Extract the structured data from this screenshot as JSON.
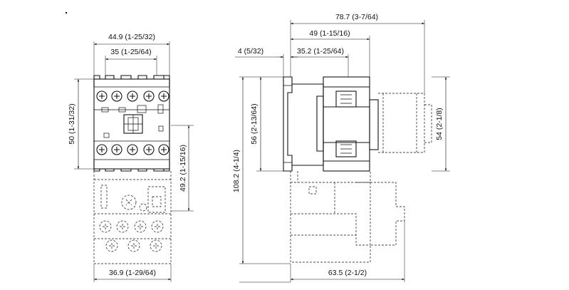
{
  "dimensions": {
    "front_width_overall": "44.9 (1-25/32)",
    "front_terminal_pitch_span": "35 (1-25/64)",
    "front_height_contactor": "50 (1-31/32)",
    "front_height_overload": "49.2 (1-15/16)",
    "front_width_overload": "36.9 (1-29/64)",
    "side_depth_overall": "78.7 (3-7/64)",
    "side_depth_contactor": "49 (1-15/16)",
    "side_rail_offset": "4 (5/32)",
    "side_depth_mounting": "35.2 (1-25/64)",
    "side_height_total": "108.2 (4-1/4)",
    "side_height_contactor": "56 (2-13/64)",
    "side_height_auxiliary": "54 (2-1/8)",
    "side_depth_overload": "63.5 (2-1/2)"
  }
}
